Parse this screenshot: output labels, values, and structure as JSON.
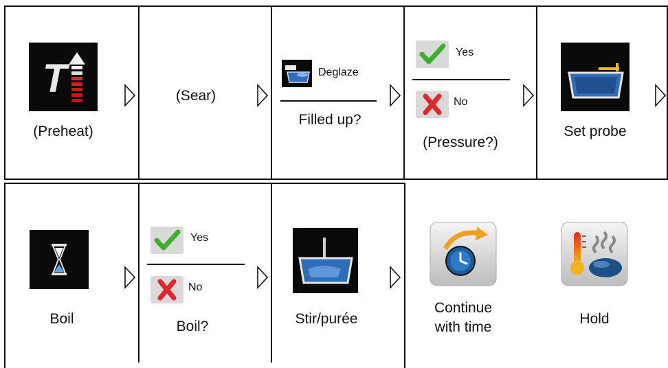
{
  "row1": {
    "preheat": {
      "label": "(Preheat)",
      "icon": "temperature-rise-icon"
    },
    "sear": {
      "label": "(Sear)"
    },
    "deglaze": {
      "option": "Deglaze",
      "question": "Filled up?",
      "icon": "deglaze-pan-icon"
    },
    "pressure": {
      "yes": "Yes",
      "no": "No",
      "question": "(Pressure?)"
    },
    "set_probe": {
      "label": "Set probe",
      "icon": "core-probe-pan-icon"
    }
  },
  "row2": {
    "boil": {
      "label": "Boil",
      "icon": "hourglass-icon"
    },
    "boil_q": {
      "yes": "Yes",
      "no": "No",
      "question": "Boil?"
    },
    "stir": {
      "label": "Stir/purée",
      "icon": "stir-pan-icon"
    },
    "continue": {
      "label_line1": "Continue",
      "label_line2": "with time",
      "icon": "clock-continue-icon"
    },
    "hold": {
      "label": "Hold",
      "icon": "thermometer-hold-icon"
    }
  },
  "colors": {
    "check": "#3fae2a",
    "cross": "#e0262c",
    "icon_bg": "#0a0a0a",
    "pan_blue": "#2f6db8"
  }
}
